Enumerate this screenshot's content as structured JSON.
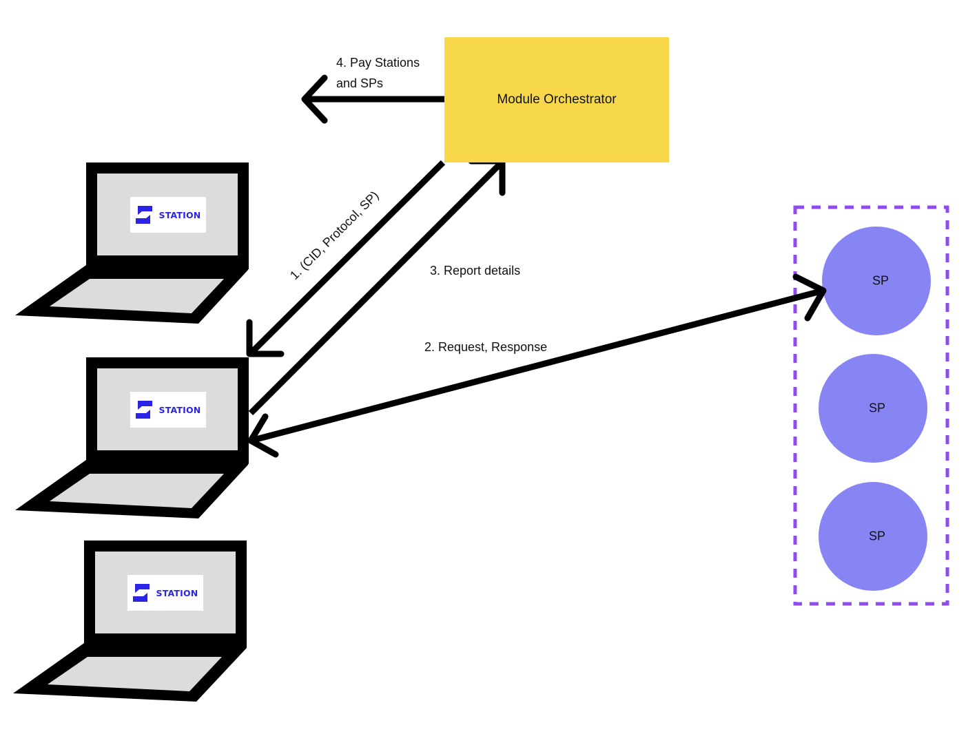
{
  "diagram": {
    "orchestrator": {
      "label": "Module Orchestrator",
      "color": "#f8d84b"
    },
    "stations": [
      {
        "logo_text": "STATION"
      },
      {
        "logo_text": "STATION"
      },
      {
        "logo_text": "STATION"
      }
    ],
    "storage_providers": {
      "group_border_color": "#8f4bf0",
      "node_color": "#8785f3",
      "nodes": [
        {
          "label": "SP"
        },
        {
          "label": "SP"
        },
        {
          "label": "SP"
        }
      ]
    },
    "flows": [
      {
        "step": 1,
        "label": "1. (CID, Protocol, SP)",
        "from": "Module Orchestrator",
        "to": "Station"
      },
      {
        "step": 2,
        "label": "2. Request, Response",
        "from": "Station",
        "to": "SP",
        "bidirectional": true
      },
      {
        "step": 3,
        "label": "3. Report details",
        "from": "Station",
        "to": "Module Orchestrator"
      },
      {
        "step": 4,
        "label_line1": "4. Pay Stations",
        "label_line2": "and SPs",
        "from": "Module Orchestrator",
        "to": "Stations and SPs"
      }
    ],
    "brand_color": "#2b24e6"
  }
}
